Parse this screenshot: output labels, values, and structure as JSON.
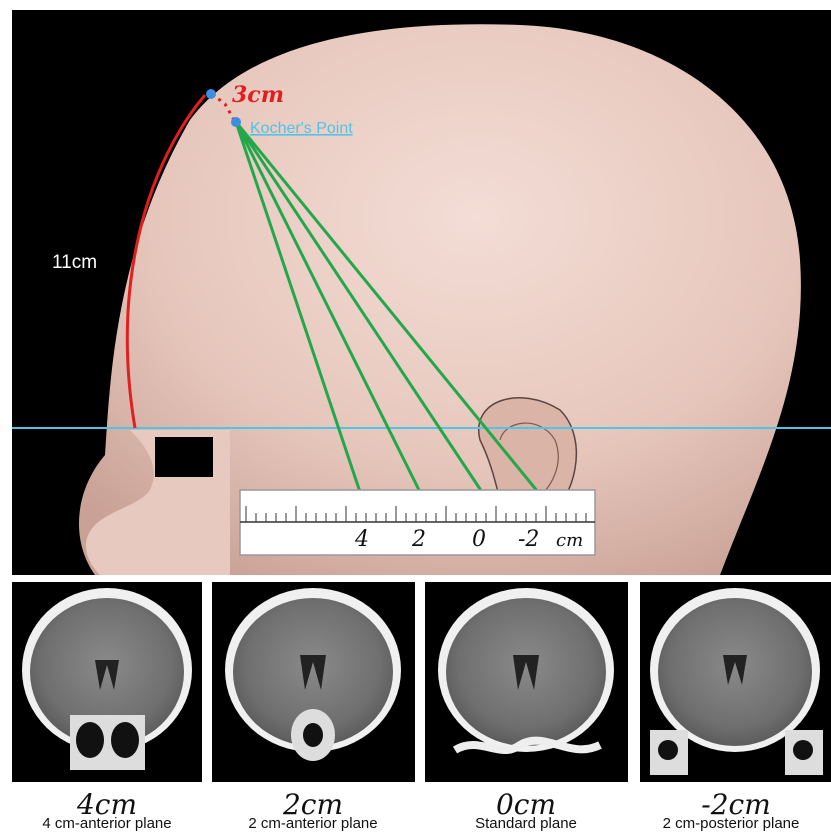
{
  "annotations": {
    "arc_length": "11cm",
    "offset": "3cm",
    "landmark": "Kocher's Point"
  },
  "ruler": {
    "ticks": [
      "4",
      "2",
      "0",
      "-2"
    ],
    "unit": "cm"
  },
  "panels": [
    {
      "offset": "4cm",
      "plane": "4 cm-anterior plane"
    },
    {
      "offset": "2cm",
      "plane": "2 cm-anterior plane"
    },
    {
      "offset": "0cm",
      "plane": "Standard plane"
    },
    {
      "offset": "-2cm",
      "plane": "2 cm-posterior plane"
    }
  ],
  "colors": {
    "arc": "#e02020",
    "trajectory": "#22a84a",
    "reference_line": "#4fc3e8",
    "landmark_text": "#4fc3e8",
    "point": "#3b8ee0"
  }
}
